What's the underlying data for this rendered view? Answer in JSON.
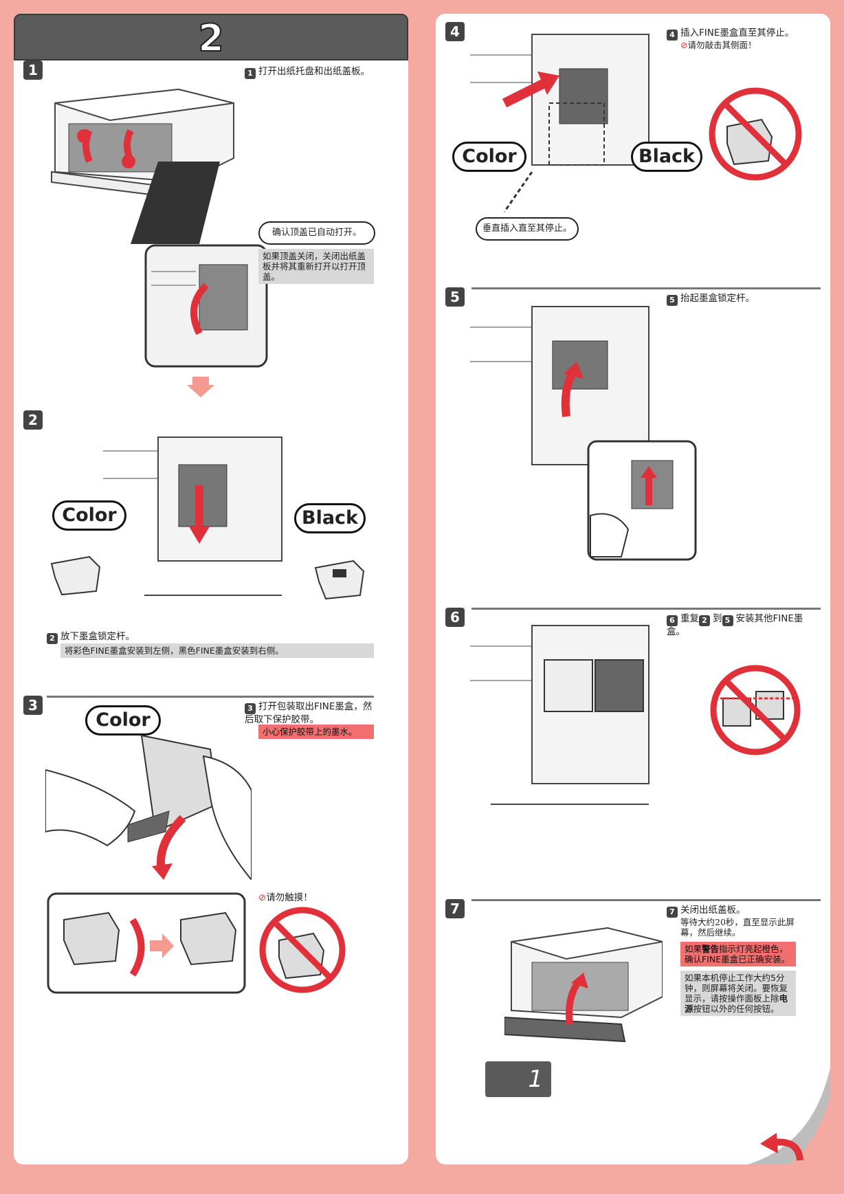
{
  "page_number": "2",
  "steps": {
    "s1": {
      "num": "1",
      "text": "打开出纸托盘和出纸盖板。",
      "bubble": "确认顶盖已自动打开。",
      "note": "如果顶盖关闭，关闭出纸盖板并将其重新打开以打开顶盖。"
    },
    "s2": {
      "num": "2",
      "text": "放下墨盒锁定杆。",
      "note": "将彩色FINE墨盒安装到左侧，黑色FINE墨盒安装到右侧。",
      "label_color": "Color",
      "label_black": "Black"
    },
    "s3": {
      "num": "3",
      "text": "打开包装取出FINE墨盒，然后取下保护胶带。",
      "note": "小心保护胶带上的墨水。",
      "warning": "请勿触摸！",
      "label_color": "Color"
    },
    "s4": {
      "num": "4",
      "text": "插入FINE墨盒直至其停止。",
      "warning": "请勿敲击其侧面！",
      "bubble": "垂直插入直至其停止。",
      "label_color": "Color",
      "label_black": "Black"
    },
    "s5": {
      "num": "5",
      "text": "抬起墨盒锁定杆。"
    },
    "s6": {
      "num": "6",
      "text_pre": "重复",
      "ref_a": "2",
      "text_mid": "到",
      "ref_b": "5",
      "text_post": "安装其他FINE墨盒。"
    },
    "s7": {
      "num": "7",
      "text": "关闭出纸盖板。",
      "sub": "等待大约20秒，直至显示此屏幕，然后继续。",
      "note_red_pre": "如果",
      "note_red_bold": "警告",
      "note_red_post": "指示灯亮起橙色，确认FINE墨盒已正确安装。",
      "note_gray_pre": "如果本机停止工作大约5分钟，则屏幕将关闭。要恢复显示，请按操作面板上除",
      "note_gray_bold": "电源",
      "note_gray_post": "按钮以外的任何按钮。",
      "lcd": "1"
    }
  },
  "colors": {
    "background": "#f4aaa0",
    "accent_red": "#e0303a",
    "header": "#5b5b5b"
  }
}
